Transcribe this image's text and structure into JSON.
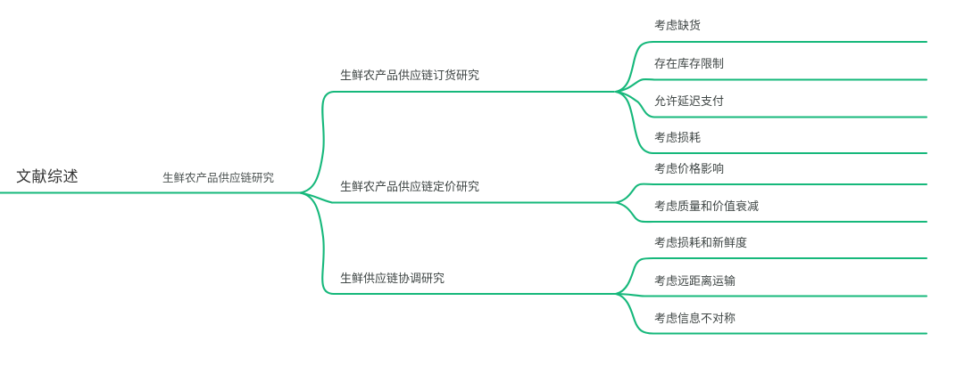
{
  "diagram": {
    "type": "mind-map",
    "orientation": "left-to-right",
    "stroke_color": "#16b87b",
    "text_color": "#3f4645",
    "root_text_color": "#333333",
    "background": "#ffffff"
  },
  "root": {
    "label": "文献综述"
  },
  "level1": {
    "label": "生鲜农产品供应链研究"
  },
  "branches": [
    {
      "label": "生鲜农产品供应链订货研究",
      "children": [
        {
          "label": "考虑缺货"
        },
        {
          "label": "存在库存限制"
        },
        {
          "label": "允许延迟支付"
        },
        {
          "label": "考虑损耗"
        }
      ]
    },
    {
      "label": "生鲜农产品供应链定价研究",
      "children": [
        {
          "label": "考虑价格影响"
        },
        {
          "label": "考虑质量和价值衰减"
        }
      ]
    },
    {
      "label": "生鲜供应链协调研究",
      "children": [
        {
          "label": "考虑损耗和新鲜度"
        },
        {
          "label": "考虑远距离运输"
        },
        {
          "label": "考虑信息不对称"
        }
      ]
    }
  ]
}
